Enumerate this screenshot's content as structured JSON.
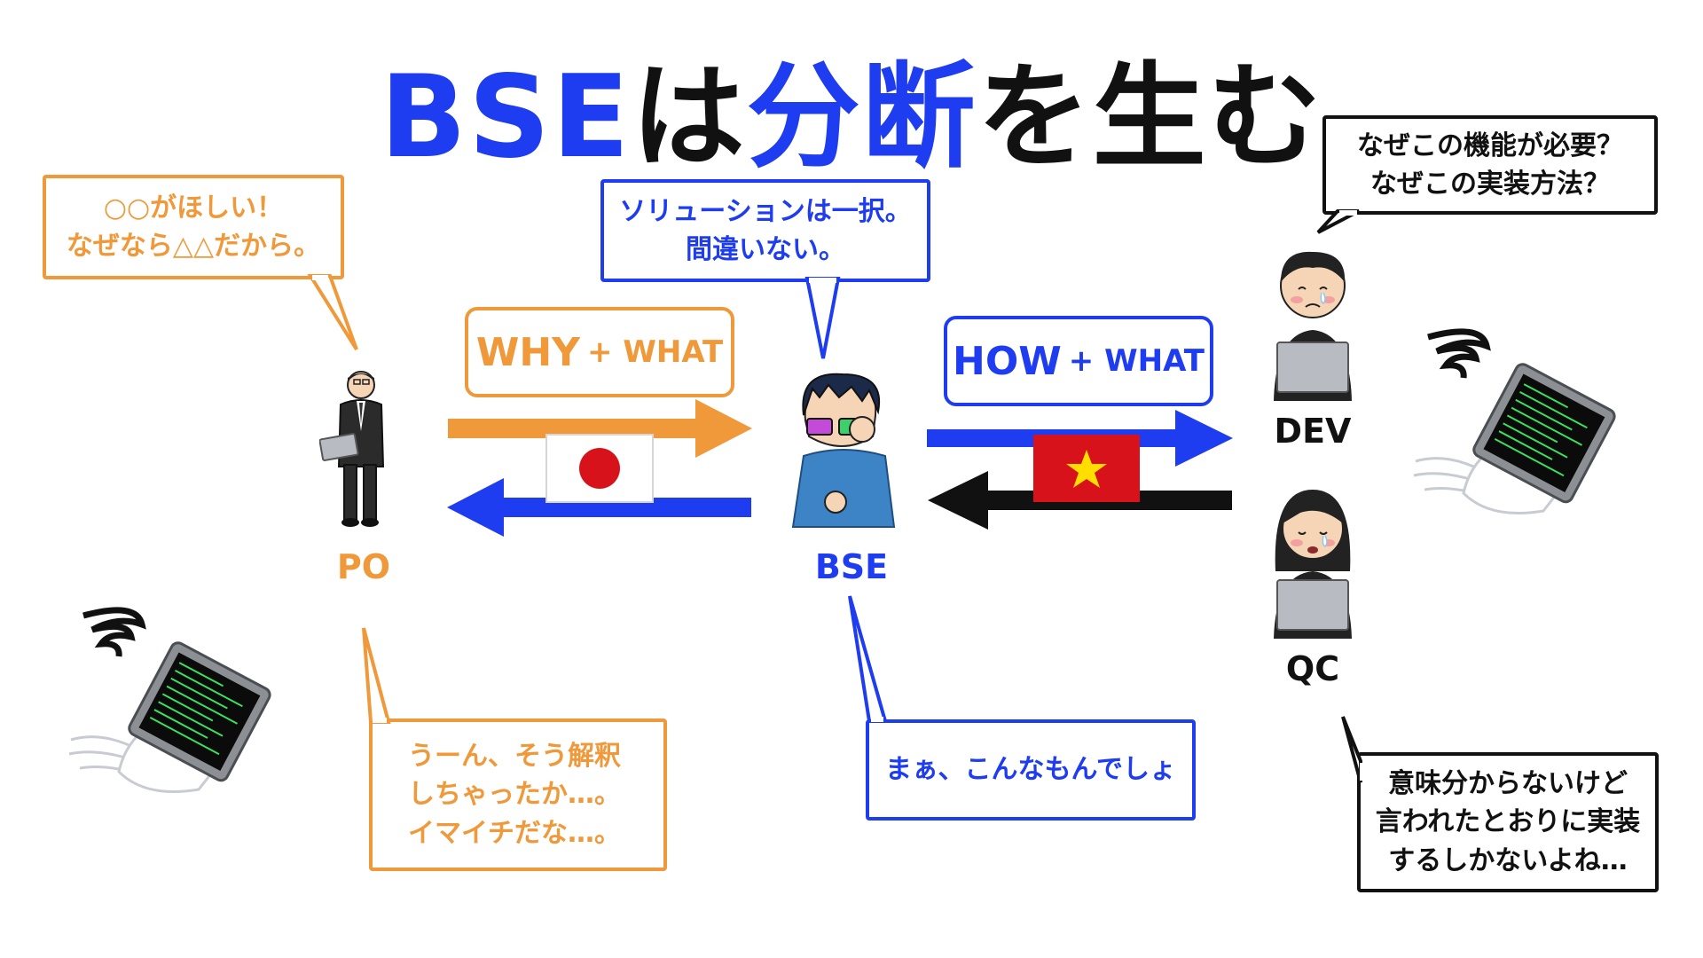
{
  "title": {
    "part1": "BSE",
    "part2": "は",
    "part3": "分断",
    "part4": "を生む"
  },
  "po": {
    "label": "PO",
    "bubble_top_lines": [
      "○○がほしい！",
      "なぜなら△△だから。"
    ],
    "bubble_bottom_lines": [
      "うーん、そう解釈",
      "しちゃったか…。",
      "イマイチだな…。"
    ]
  },
  "bse": {
    "label": "BSE",
    "bubble_top_lines": [
      "ソリューションは一択。",
      "間違いない。"
    ],
    "bubble_bottom": "まぁ、こんなもんでしょ"
  },
  "dev": {
    "label": "DEV",
    "bubble_lines": [
      "なぜこの機能が必要？",
      "なぜこの実装方法？"
    ]
  },
  "qc": {
    "label": "QC",
    "bubble_lines": [
      "意味分からないけど",
      "言われたとおりに実装",
      "するしかないよね…"
    ]
  },
  "left_box": {
    "main": "WHY",
    "sub": "+ WHAT"
  },
  "right_box": {
    "main": "HOW",
    "sub": "+ WHAT"
  },
  "colors": {
    "orange": "#f0993a",
    "blue": "#1f3df0",
    "black": "#111111",
    "red": "#d7121a",
    "yellow": "#ffde00"
  },
  "icons": [
    "businessman-laptop-icon",
    "bse-glasses-person-icon",
    "dev-engineer-icon",
    "qc-engineer-icon",
    "japan-flag-icon",
    "vietnam-flag-icon",
    "broken-laptop-icon"
  ]
}
